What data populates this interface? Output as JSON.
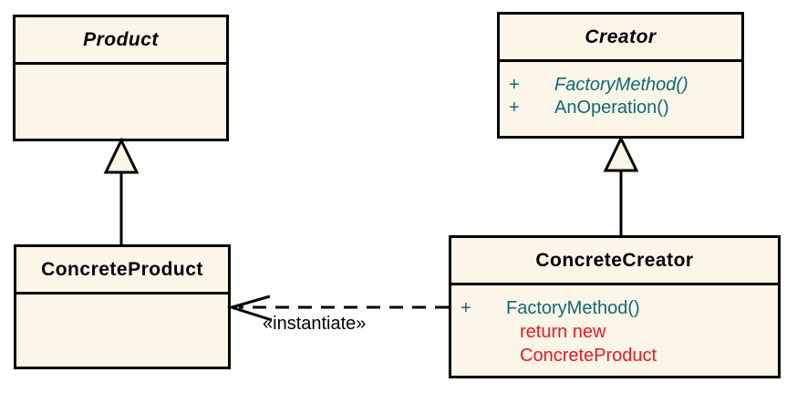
{
  "diagram_type": "uml-class-diagram",
  "colors": {
    "background": "#FFFFFF",
    "box_fill": "#FBF6E7",
    "box_border": "#000000",
    "method_text": "#0C6B72",
    "note_text": "#F41420",
    "edge": "#000000"
  },
  "classes": [
    {
      "id": "product",
      "name": "Product",
      "abstract": true,
      "members": []
    },
    {
      "id": "creator",
      "name": "Creator",
      "abstract": true,
      "members": [
        {
          "visibility": "+",
          "text": "FactoryMethod()",
          "italic": true
        },
        {
          "visibility": "+",
          "text": "AnOperation()",
          "italic": false
        }
      ]
    },
    {
      "id": "concrete-product",
      "name": "ConcreteProduct",
      "abstract": false,
      "members": []
    },
    {
      "id": "concrete-creator",
      "name": "ConcreteCreator",
      "abstract": false,
      "members": [
        {
          "visibility": "+",
          "text": "FactoryMethod()",
          "italic": false
        }
      ],
      "note_lines": [
        "return new",
        "ConcreteProduct"
      ]
    }
  ],
  "relations": [
    {
      "type": "generalization",
      "from": "ConcreteProduct",
      "to": "Product",
      "label": ""
    },
    {
      "type": "generalization",
      "from": "ConcreteCreator",
      "to": "Creator",
      "label": ""
    },
    {
      "type": "dependency",
      "from": "ConcreteCreator",
      "to": "ConcreteProduct",
      "label": "«instantiate»"
    }
  ]
}
